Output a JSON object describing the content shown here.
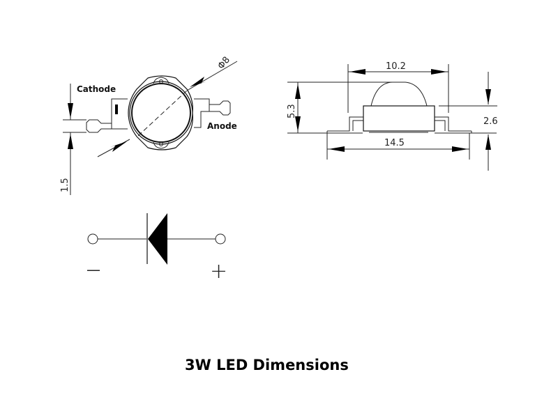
{
  "caption": "3W LED Dimensions",
  "top_view": {
    "cathode_label": "Cathode",
    "anode_label": "Anode",
    "diameter_label": "Φ8",
    "lead_width_label": "1.5"
  },
  "side_view": {
    "lens_width_label": "10.2",
    "total_height_label": "5.3",
    "body_height_label": "2.6",
    "total_length_label": "14.5"
  },
  "symbol": {
    "negative_sign": "—",
    "positive_sign": "+"
  }
}
